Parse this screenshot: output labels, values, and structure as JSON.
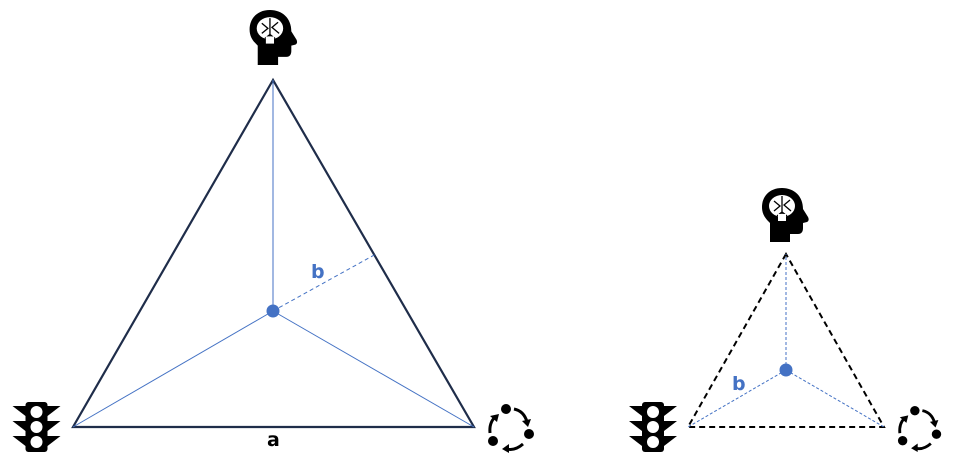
{
  "left_diagram": {
    "side_label": "a",
    "distance_label": "b",
    "icons": [
      "brain-head-icon",
      "traffic-light-icon",
      "cycle-icon"
    ]
  },
  "right_diagram": {
    "distance_label": "b",
    "icons": [
      "brain-head-icon",
      "traffic-light-icon",
      "cycle-icon"
    ]
  },
  "colors": {
    "triangle": "#1f2d4a",
    "inner_lines": "#4472c4",
    "dot": "#4472c4",
    "label_b": "#4472c4",
    "label_a": "#000000",
    "dashed_triangle": "#000000"
  }
}
